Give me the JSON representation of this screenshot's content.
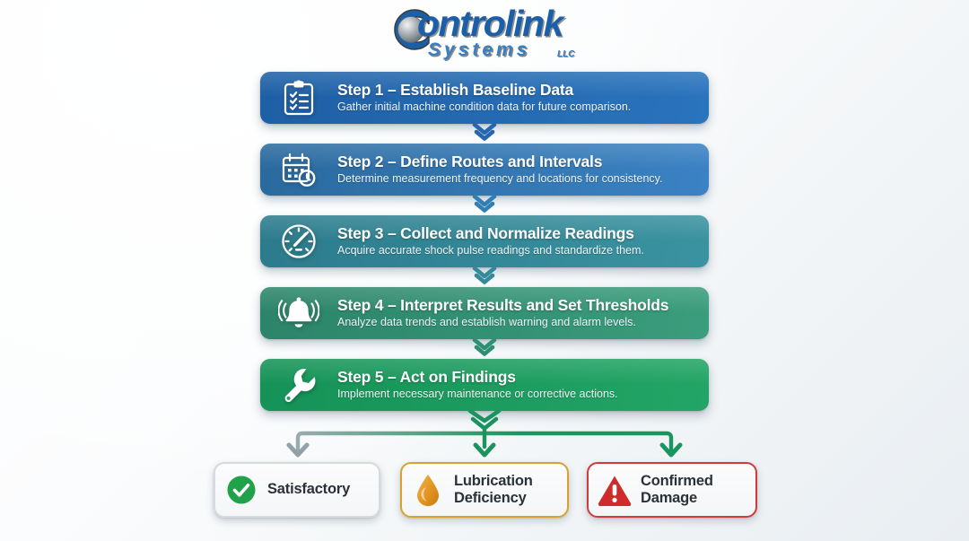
{
  "logo": {
    "name": "Controlink",
    "initial": "C",
    "rest": "ontrolink",
    "subtitle": "Systems",
    "suffix": "LLC",
    "colors": {
      "primary": "#1a5fa8",
      "secondary": "#3a7fc1",
      "sphere": "#9aa3aa"
    }
  },
  "steps": [
    {
      "title": "Step 1 – Establish Baseline Data",
      "desc": "Gather initial machine condition data for future comparison.",
      "icon": "clipboard-checklist-icon",
      "color_start": "#1e5fa5",
      "color_end": "#2a74bd"
    },
    {
      "title": "Step 2 – Define Routes and Intervals",
      "desc": "Determine measurement frequency and locations for consistency.",
      "icon": "calendar-clock-icon",
      "color_start": "#2a6a9e",
      "color_end": "#3b82c4"
    },
    {
      "title": "Step 3 – Collect and Normalize Readings",
      "desc": "Acquire accurate shock pulse readings and standardize them.",
      "icon": "gauge-icon",
      "color_start": "#2c7b8c",
      "color_end": "#3a93a0"
    },
    {
      "title": "Step 4 – Interpret Results and Set Thresholds",
      "desc": "Analyze data trends and establish warning and alarm levels.",
      "icon": "alarm-bell-icon",
      "color_start": "#2c8469",
      "color_end": "#3a9d7c"
    },
    {
      "title": "Step 5 – Act on Findings",
      "desc": "Implement necessary maintenance or corrective actions.",
      "icon": "wrench-icon",
      "color_start": "#159257",
      "color_end": "#22a566"
    }
  ],
  "connectors": {
    "shape": "double-chevron-down",
    "colors": [
      "#2766ad",
      "#2f7fb4",
      "#35899a",
      "#2f8f72",
      "#189159"
    ]
  },
  "branch": {
    "line_color": "#17965e",
    "left_arrow_color": "#8fa2a6",
    "center_arrow_color": "#1b9260",
    "right_arrow_color": "#17965e"
  },
  "outcomes": [
    {
      "label": "Satisfactory",
      "label_line1": "Satisfactory",
      "label_line2": "",
      "icon": "check-circle-icon",
      "icon_color": "#21a24a",
      "border_color": "#d6dade"
    },
    {
      "label": "Lubrication Deficiency",
      "label_line1": "Lubrication",
      "label_line2": "Deficiency",
      "icon": "oil-drop-icon",
      "icon_color": "#e0901f",
      "border_color": "#d9a22c"
    },
    {
      "label": "Confirmed Damage",
      "label_line1": "Confirmed",
      "label_line2": "Damage",
      "icon": "warning-triangle-icon",
      "icon_color": "#cf2b2b",
      "border_color": "#cf3b3b"
    }
  ]
}
